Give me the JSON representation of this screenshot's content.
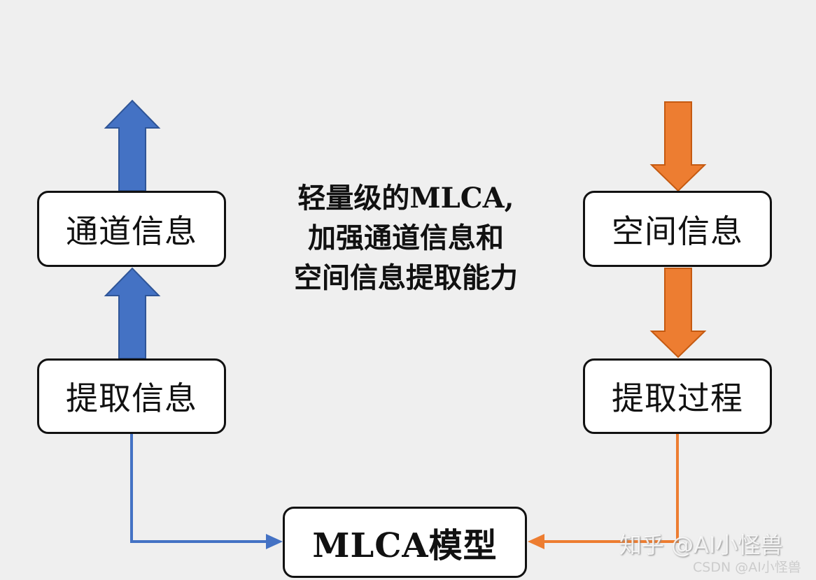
{
  "title": "轻量级的MLCA,\n加强通道信息和\n空间信息提取能力",
  "title_lines": [
    "轻量级的MLCA,",
    "加强通道信息和",
    "空间信息提取能力"
  ],
  "left_nodes": {
    "top": "通道信息",
    "bottom": "提取信息"
  },
  "right_nodes": {
    "top": "空间信息",
    "bottom": "提取过程"
  },
  "model_node": "MLCA模型",
  "watermark": {
    "line1": "知乎 @AI小怪兽",
    "line2": "CSDN @AI小怪兽"
  },
  "colors": {
    "blue": "#4472c4",
    "orange": "#ed7d31",
    "background": "#efefef"
  }
}
